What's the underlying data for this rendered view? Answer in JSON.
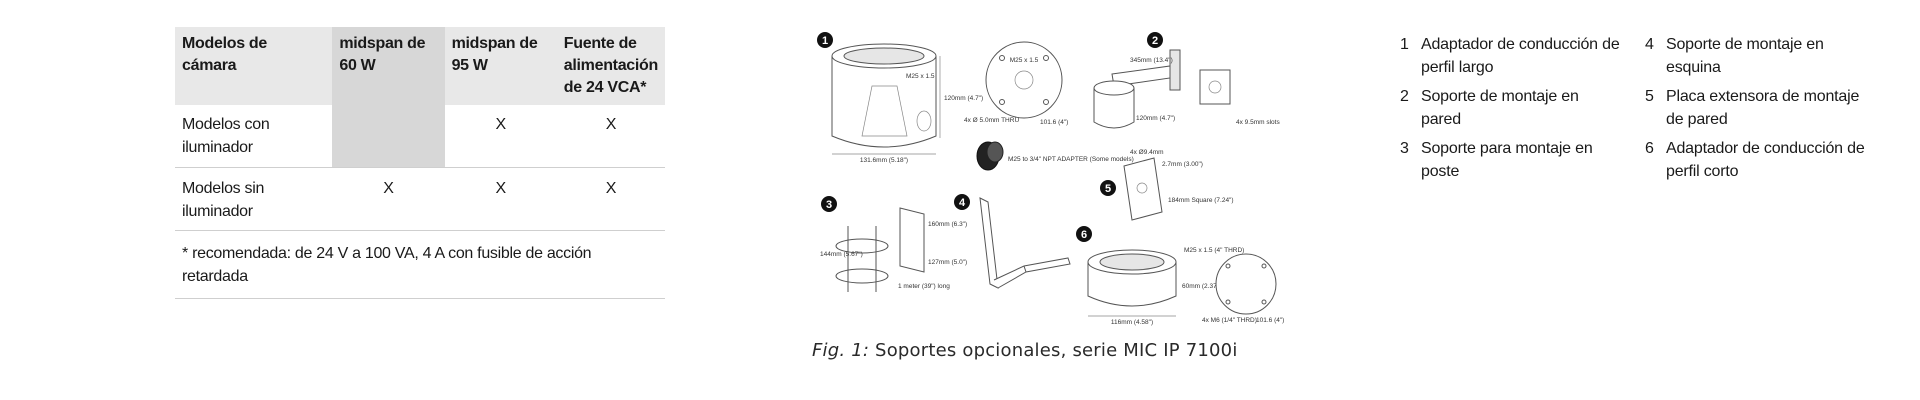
{
  "table": {
    "headers": [
      "Modelos de cámara",
      "midspan de 60 W",
      "midspan de 95 W",
      "Fuente de alimentación de 24 VCA*"
    ],
    "rows": [
      {
        "model": "Modelos con iluminador",
        "c60": "",
        "c95": "X",
        "c24": "X"
      },
      {
        "model": "Modelos sin iluminador",
        "c60": "X",
        "c95": "X",
        "c24": "X"
      }
    ],
    "footnote": "* recomendada: de 24 V a 100 VA, 4 A con fusible de acción retardada"
  },
  "figure": {
    "caption_prefix": "Fig. 1:",
    "caption_text": " Soportes opcionales, serie MIC IP 7100i",
    "badges": [
      "1",
      "2",
      "3",
      "4",
      "5",
      "6"
    ],
    "labels": {
      "m25_a": "M25 x 1.5",
      "h120": "120mm (4.7\")",
      "w131": "131.6mm (5.18\")",
      "m25_b": "M25 x 1.5",
      "holes": "4x Ø 5.0mm THRU",
      "d101": "101.6 (4\")",
      "npt": "M25 to 3/4\" NPT ADAPTER (Some models)",
      "arm": "345mm (13.4\")",
      "arm_h": "120mm (4.7\")",
      "bolt": "4x 9.5mm slots",
      "b5a": "4x Ø9.4mm",
      "b5b": "2.7mm (3.00\")",
      "b5c": "184mm Square (7.24\")",
      "b3a": "144mm (5.67\")",
      "b3b": "160mm (6.3\")",
      "b3c": "127mm (5.0\")",
      "b3d": "1 meter (39\") long",
      "b6a": "M25 x 1.5 (4\" THRD)",
      "b6b": "60mm (2.37\")",
      "b6c": "116mm (4.58\")",
      "b6d": "4x M6 (1/4\" THRD)",
      "b6e": "101.6 (4\")"
    }
  },
  "parts": [
    {
      "num": "1",
      "label": "Adaptador de conducción de perfil largo"
    },
    {
      "num": "4",
      "label": "Soporte de montaje en esquina"
    },
    {
      "num": "2",
      "label": "Soporte de montaje en pared"
    },
    {
      "num": "5",
      "label": "Placa extensora de montaje de pared"
    },
    {
      "num": "3",
      "label": "Soporte para montaje en poste"
    },
    {
      "num": "6",
      "label": "Adaptador de conducción de perfil corto"
    }
  ]
}
